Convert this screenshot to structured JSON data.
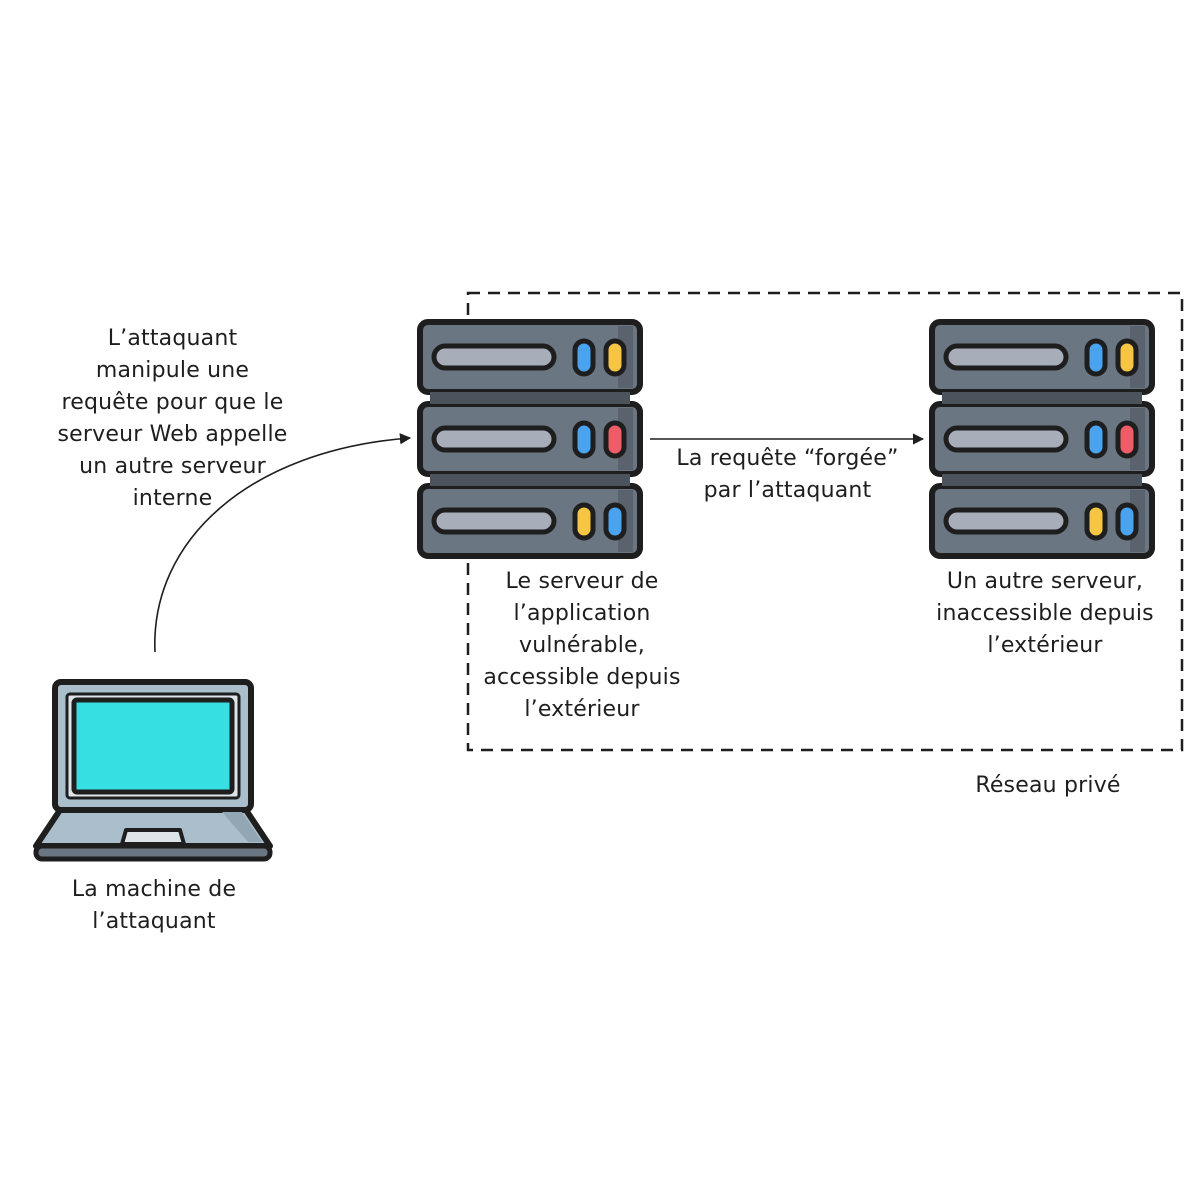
{
  "diagram": {
    "attacker_description": "L’attaquant\nmanipule une\nrequête pour que le\nserveur Web appelle\nun autre serveur\ninterne",
    "forged_request_label": "La requête “forgée”\npar l’attaquant",
    "vulnerable_server_label": "Le serveur de\nl’application\nvulnérable,\naccessible depuis\nl’extérieur",
    "internal_server_label": "Un autre serveur,\ninaccessible depuis\nl’extérieur",
    "private_network_label": "Réseau privé",
    "attacker_machine_label": "La machine de\nl’attaquant"
  },
  "icons": {
    "laptop": "laptop-icon",
    "vulnerable_server": "server-rack-icon",
    "internal_server": "server-rack-icon"
  },
  "colors": {
    "outline": "#1e1e1e",
    "server_body": "#6b7683",
    "server_shade": "#59626d",
    "slot": "#a8adba",
    "led_blue": "#4aa3ef",
    "led_yellow": "#f6c544",
    "led_red": "#ee5c68",
    "screen": "#36e0e2",
    "laptop_body": "#aabecc",
    "laptop_frame": "#dee3e8"
  }
}
